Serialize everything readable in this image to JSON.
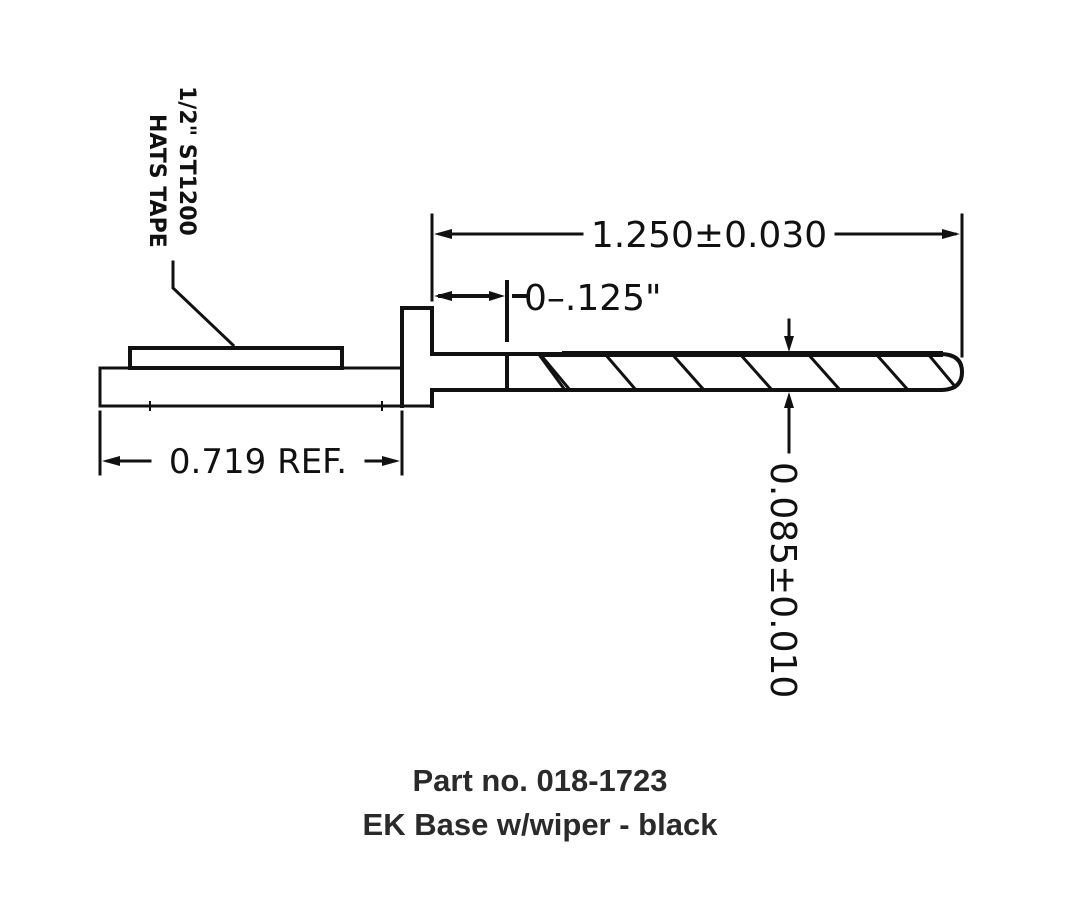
{
  "drawing": {
    "tape_label_line1": "1/2\" ST1200",
    "tape_label_line2": "HATS TAPE",
    "length_dimension": "1.250±0.030",
    "wiper_offset_dimension": "0–.125\"",
    "thickness_dimension": "0.085±0.010",
    "base_ref_dimension": "0.719 REF.",
    "line_color": "#111111"
  },
  "caption": {
    "part_number": "Part no. 018-1723",
    "description": "EK Base w/wiper - black"
  }
}
